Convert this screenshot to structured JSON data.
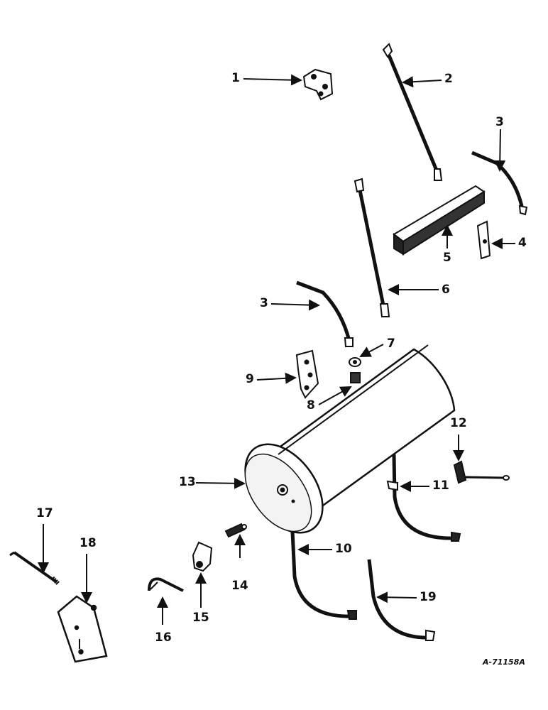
{
  "diagram": {
    "figure_id": "A-71158A",
    "callouts": [
      "1",
      "2",
      "3",
      "3",
      "4",
      "5",
      "6",
      "7",
      "8",
      "9",
      "10",
      "11",
      "12",
      "13",
      "14",
      "15",
      "16",
      "17",
      "18",
      "19"
    ]
  }
}
